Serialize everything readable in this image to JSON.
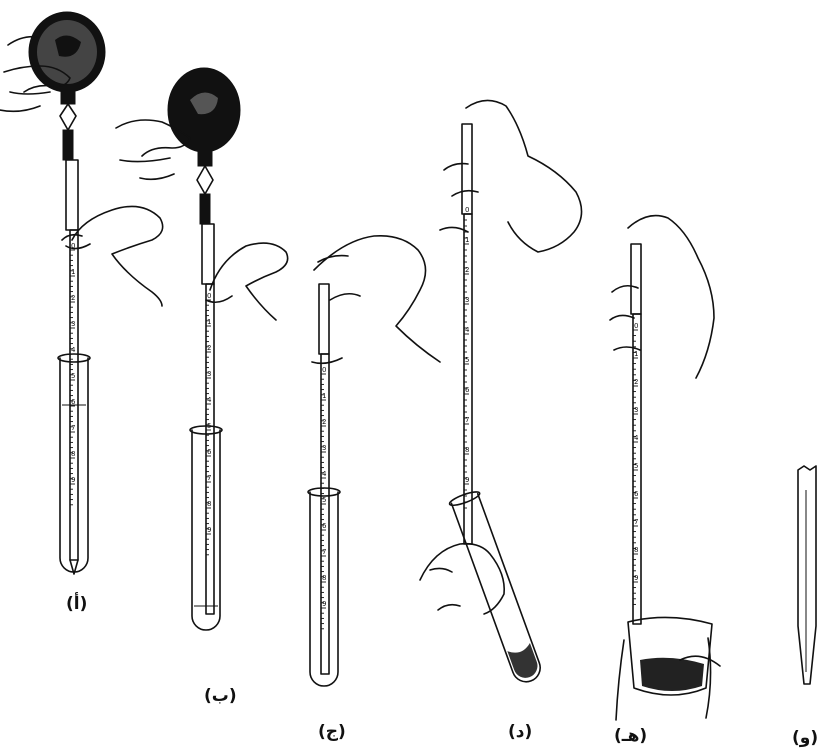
{
  "figure": {
    "panels": [
      {
        "id": "a",
        "label": "(أ)"
      },
      {
        "id": "b",
        "label": "(ب)"
      },
      {
        "id": "c",
        "label": "(ج)"
      },
      {
        "id": "d",
        "label": "(د)"
      },
      {
        "id": "e",
        "label": "(هـ)"
      },
      {
        "id": "f",
        "label": "(و)"
      }
    ],
    "pipette_scale": [
      "0",
      "1",
      "2",
      "3",
      "4",
      "5",
      "6",
      "7",
      "8",
      "9"
    ],
    "colors": {
      "ink": "#111111",
      "paper": "#ffffff"
    }
  }
}
